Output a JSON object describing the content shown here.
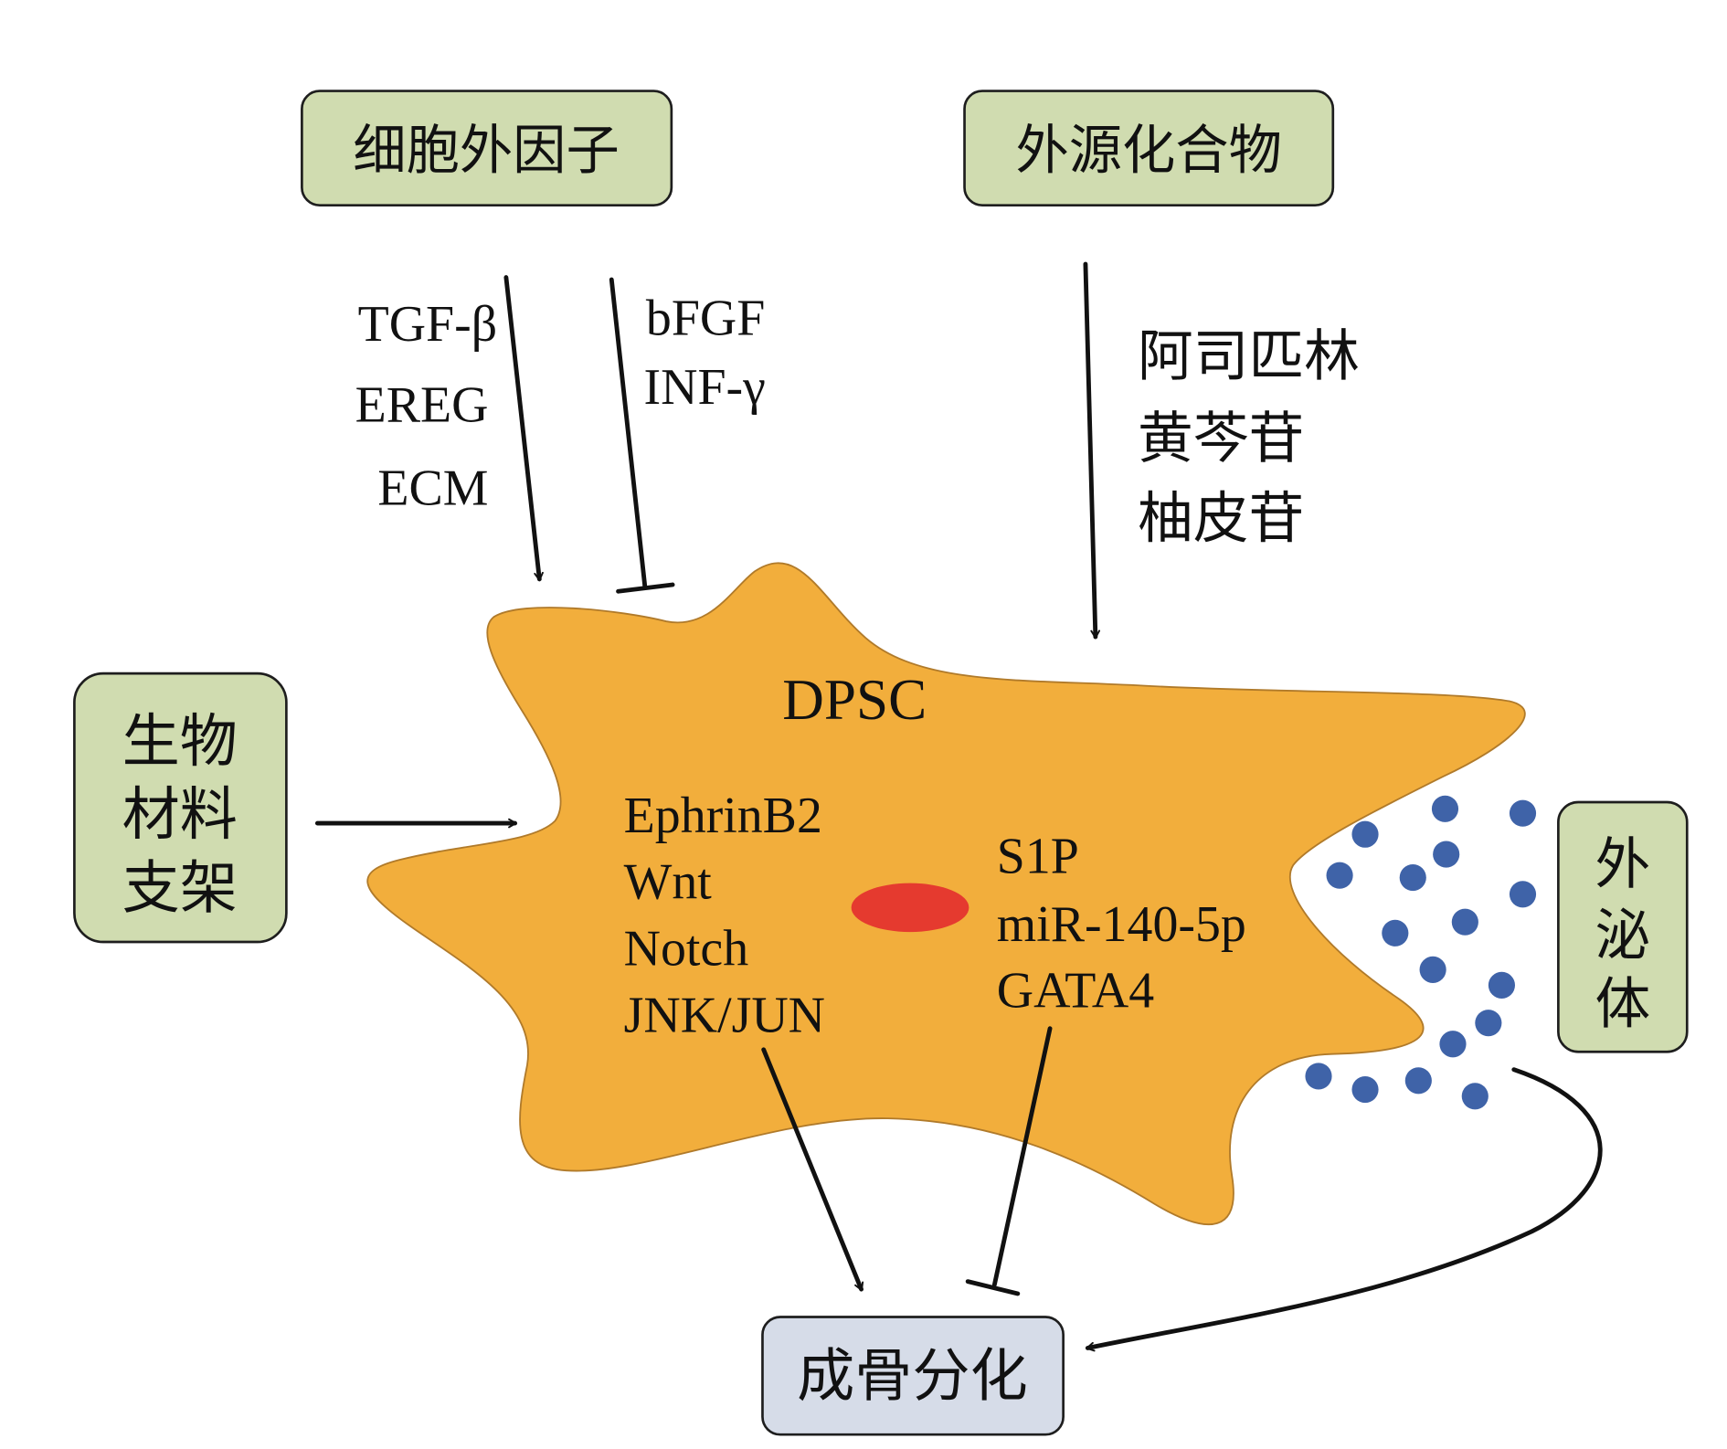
{
  "title": "DPSC osteogenic differentiation regulation diagram",
  "colors": {
    "box_green": "#d0dcb0",
    "box_blue": "#d6dce8",
    "cell": "#f2ae3c",
    "nucleus": "#e53a2f",
    "vesicle": "#3f63a8",
    "ink": "#111111"
  },
  "boxes": {
    "extracellular_factors": "细胞外因子",
    "exogenous_compounds": "外源化合物",
    "biomaterial_scaffold": [
      "生物",
      "材料",
      "支架"
    ],
    "exosomes": [
      "外",
      "泌",
      "体"
    ],
    "osteogenic_differentiation": "成骨分化"
  },
  "promoting_factors": [
    "TGF-β",
    "EREG",
    "ECM"
  ],
  "inhibiting_factors": [
    "bFGF",
    "INF-γ"
  ],
  "compounds": [
    "阿司匹林",
    "黄芩苷",
    "柚皮苷"
  ],
  "cell": {
    "label": "DPSC",
    "promoting_pathways": [
      "EphrinB2",
      "Wnt",
      "Notch",
      "JNK/JUN"
    ],
    "inhibiting_pathways": [
      "S1P",
      "miR-140-5p",
      "GATA4"
    ]
  },
  "edges": [
    {
      "from": "extracellular_factors",
      "to": "DPSC",
      "type": "activate",
      "via": "TGF-β, EREG, ECM"
    },
    {
      "from": "extracellular_factors",
      "to": "DPSC",
      "type": "inhibit",
      "via": "bFGF, INF-γ"
    },
    {
      "from": "exogenous_compounds",
      "to": "DPSC",
      "type": "activate"
    },
    {
      "from": "biomaterial_scaffold",
      "to": "DPSC",
      "type": "activate"
    },
    {
      "from": "promoting_pathways",
      "to": "osteogenic_differentiation",
      "type": "activate"
    },
    {
      "from": "inhibiting_pathways",
      "to": "osteogenic_differentiation",
      "type": "inhibit"
    },
    {
      "from": "exosomes",
      "to": "osteogenic_differentiation",
      "type": "activate"
    }
  ]
}
